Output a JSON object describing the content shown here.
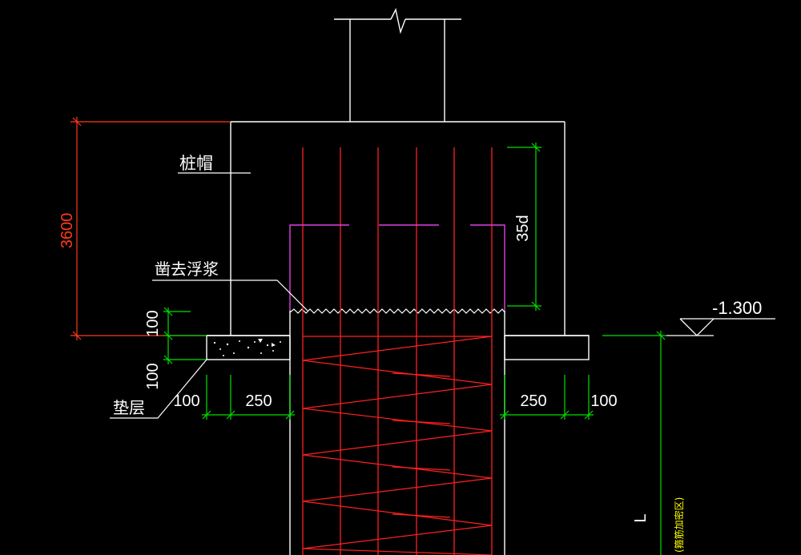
{
  "labels": {
    "pile_cap": "桩帽",
    "chisel": "凿去浮浆",
    "cushion": "垫层",
    "elevation": "-1.300",
    "length_label": "L",
    "length_note": "(箍筋加密区)"
  },
  "dimensions": {
    "height": "3600",
    "anchor": "35d",
    "cushion_thickness_top": "100",
    "cushion_thickness_bottom": "100",
    "left_offset": "100",
    "left_width": "250",
    "right_width": "250",
    "right_offset": "100"
  },
  "colors": {
    "background": "#000000",
    "outline": "#ffffff",
    "rebar": "#ff2020",
    "dimension_red": "#ff3a1a",
    "dimension_green": "#00e000",
    "anchor_bar": "#e040e0",
    "text": "#ffffff"
  }
}
